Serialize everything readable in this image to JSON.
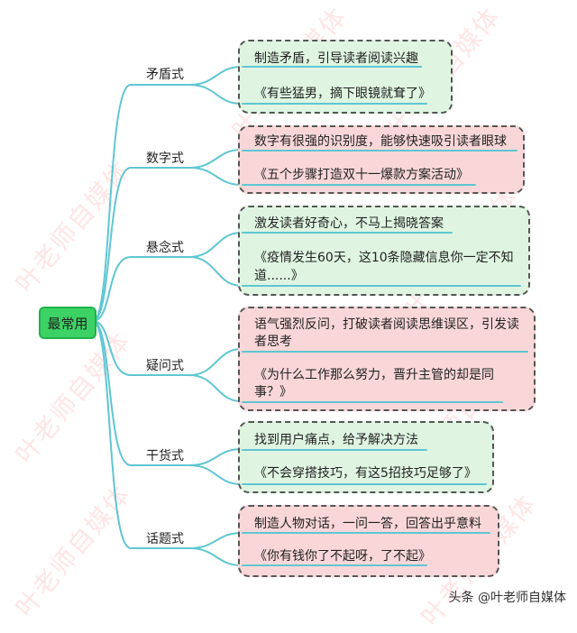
{
  "root": {
    "label": "最常用"
  },
  "colors": {
    "line": "#5fc6d2",
    "green_box": "#dff5e1",
    "pink_box": "#f9d7d8",
    "root": "#3cd264"
  },
  "branches": [
    {
      "label": "矛盾式",
      "desc": "制造矛盾，引导读者阅读兴趣",
      "example": "《有些猛男，摘下眼镜就耷了》",
      "example_lines": [
        "《有些猛男，摘下眼镜就耷了》"
      ],
      "color": "green"
    },
    {
      "label": "数字式",
      "desc": "数字有很强的识别度，能够快速吸引读者眼球",
      "example": "《五个步骤打造双十一爆款方案活动》",
      "example_lines": [
        "《五个步骤打造双十一爆款方案活动》"
      ],
      "color": "pink"
    },
    {
      "label": "悬念式",
      "desc": "激发读者好奇心，不马上揭晓答案",
      "example_lines": [
        "《疫情发生60天，这10条隐藏信息你一定不知",
        "道......》"
      ],
      "color": "green"
    },
    {
      "label": "疑问式",
      "desc_lines": [
        "语气强烈反问，打破读者阅读思维误区，引发读",
        "者思考"
      ],
      "example_lines": [
        "《为什么工作那么努力，晋升主管的却是同",
        "事？》"
      ],
      "color": "pink"
    },
    {
      "label": "干货式",
      "desc": "找到用户痛点，给予解决方法",
      "example_lines": [
        "《不会穿搭技巧，有这5招技巧足够了》"
      ],
      "color": "green"
    },
    {
      "label": "话题式",
      "desc": "制造人物对话，一问一答，回答出乎意料",
      "example_lines": [
        "《你有钱你了不起呀，了不起》"
      ],
      "color": "pink"
    }
  ],
  "watermark": "叶老师自媒体",
  "footer": "头条 @叶老师自媒体"
}
